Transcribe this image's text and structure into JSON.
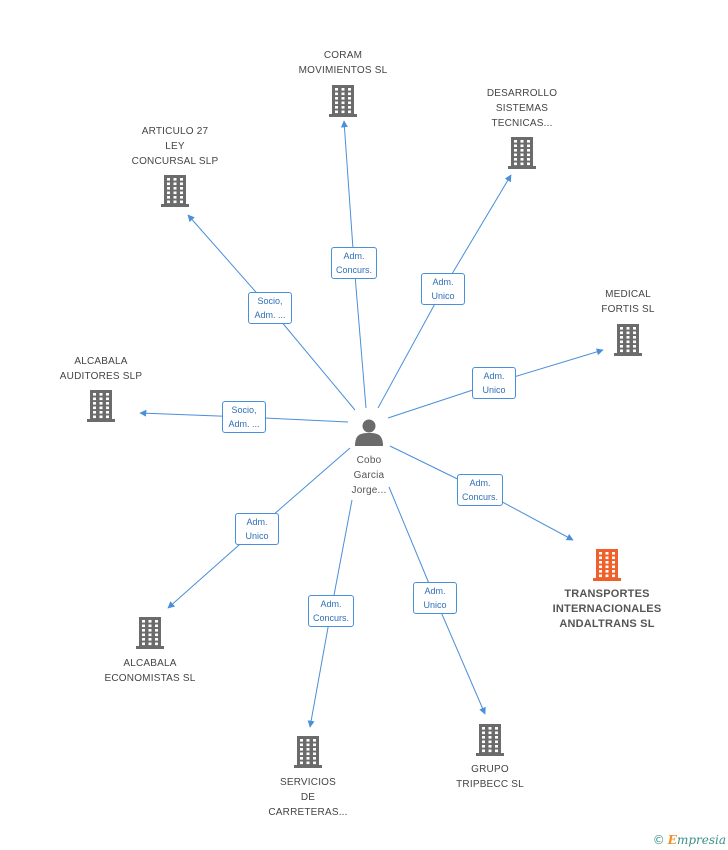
{
  "center": {
    "label": "Cobo\nGarcia\nJorge..."
  },
  "nodes": [
    {
      "id": "coram",
      "label": "CORAM\nMOVIMIENTOS SL",
      "highlight": false
    },
    {
      "id": "desarrollo",
      "label": "DESARROLLO\nSISTEMAS\nTECNICAS...",
      "highlight": false
    },
    {
      "id": "articulo",
      "label": "ARTICULO 27\nLEY\nCONCURSAL SLP",
      "highlight": false
    },
    {
      "id": "medical",
      "label": "MEDICAL\nFORTIS SL",
      "highlight": false
    },
    {
      "id": "alc_aud",
      "label": "ALCABALA\nAUDITORES SLP",
      "highlight": false
    },
    {
      "id": "transportes",
      "label": "TRANSPORTES\nINTERNACIONALES\nANDALTRANS SL",
      "highlight": true
    },
    {
      "id": "alc_eco",
      "label": "ALCABALA\nECONOMISTAS SL",
      "highlight": false
    },
    {
      "id": "servicios",
      "label": "SERVICIOS\nDE\nCARRETERAS...",
      "highlight": false
    },
    {
      "id": "grupo",
      "label": "GRUPO\nTRIPBECC SL",
      "highlight": false
    }
  ],
  "edges": [
    {
      "to": "coram",
      "label": "Adm.\nConcurs."
    },
    {
      "to": "desarrollo",
      "label": "Adm.\nUnico"
    },
    {
      "to": "articulo",
      "label": "Socio,\nAdm. ..."
    },
    {
      "to": "medical",
      "label": "Adm.\nUnico"
    },
    {
      "to": "alc_aud",
      "label": "Socio,\nAdm. ..."
    },
    {
      "to": "transportes",
      "label": "Adm.\nConcurs."
    },
    {
      "to": "alc_eco",
      "label": "Adm.\nUnico"
    },
    {
      "to": "servicios",
      "label": "Adm.\nConcurs."
    },
    {
      "to": "grupo",
      "label": "Adm.\nUnico"
    }
  ],
  "colors": {
    "edge": "#4a8fd9",
    "building": "#6b6b6b",
    "building_highlight": "#f0602a",
    "person": "#6b6b6b"
  },
  "icons": {
    "company": "building-icon",
    "person": "person-icon",
    "copyright": "copyright-icon"
  },
  "footer": {
    "copyright": "©",
    "brand_initial": "E",
    "brand_rest": "mpresia"
  }
}
